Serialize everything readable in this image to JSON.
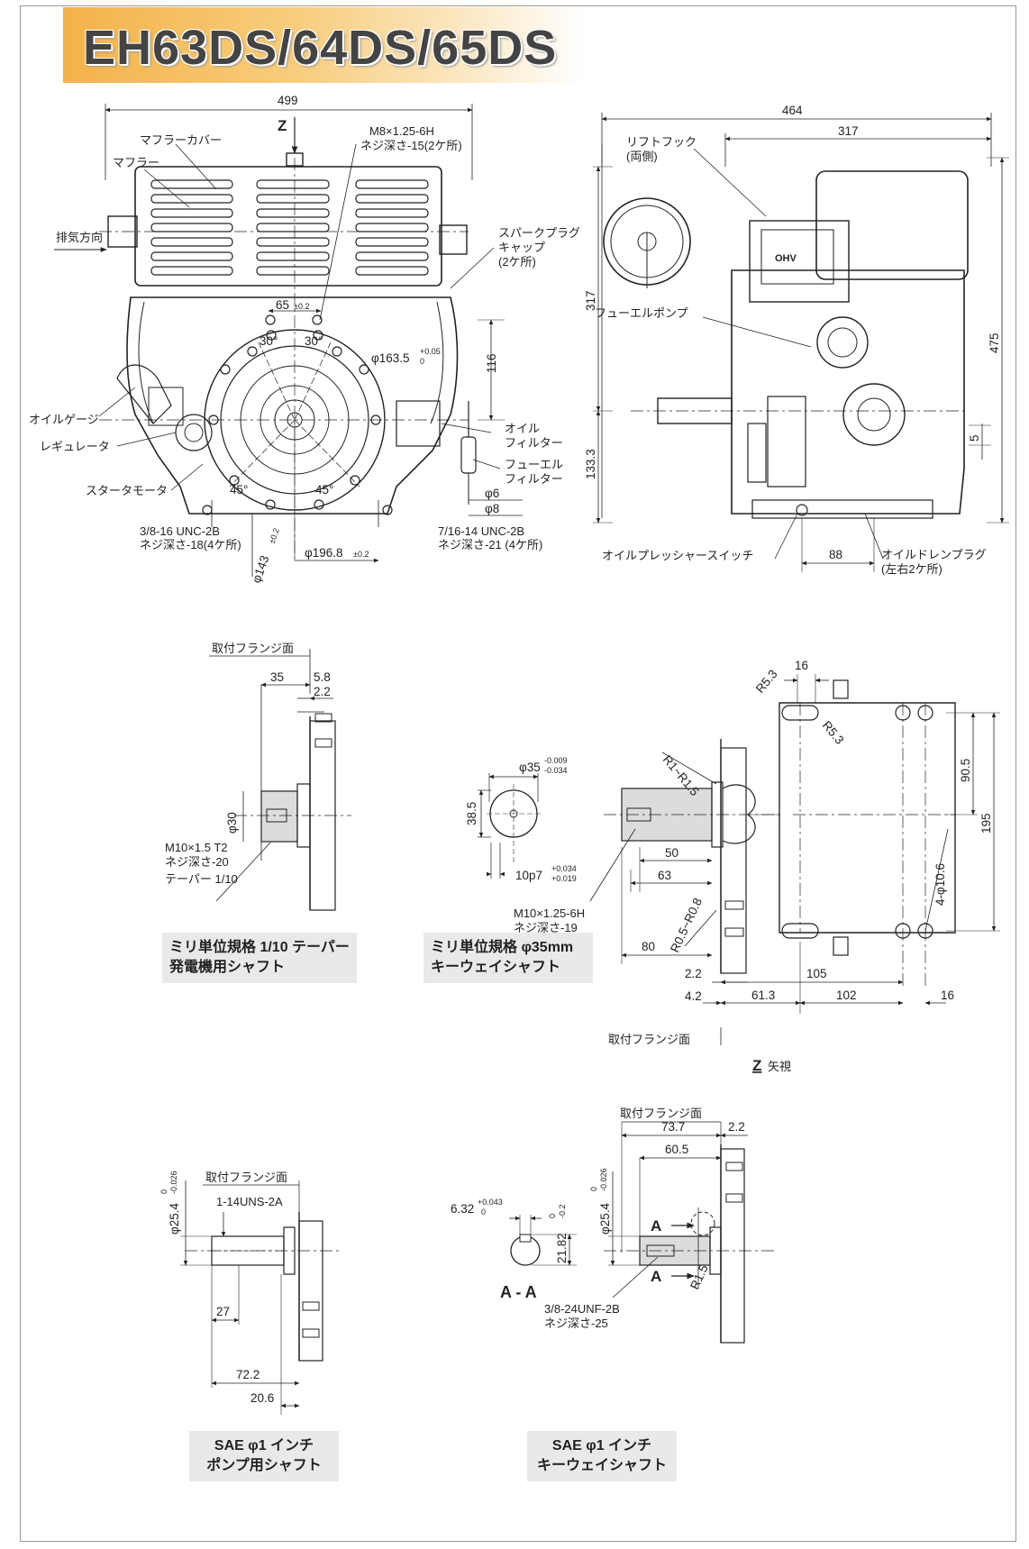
{
  "title": "EH63DS/64DS/65DS",
  "front_view": {
    "width_dim": "499",
    "z_arrow": "Z",
    "labels": {
      "muffler_cover": "マフラーカバー",
      "muffler": "マフラー",
      "exhaust_dir": "排気方向",
      "oil_gauge": "オイルゲージ",
      "regulator": "レギュレータ",
      "starter_motor": "スタータモータ",
      "m8_thread": "M8×1.25-6H",
      "m8_depth": "ネジ深さ-15(2ケ所)",
      "spark_cap_1": "スパークプラグ",
      "spark_cap_2": "キャップ",
      "spark_cap_3": "(2ケ所)",
      "oil_filter_1": "オイル",
      "oil_filter_2": "フィルター",
      "fuel_filter_1": "フューエル",
      "fuel_filter_2": "フィルター",
      "bolt_left_1": "3/8-16 UNC-2B",
      "bolt_left_2": "ネジ深さ-18(4ケ所)",
      "bolt_right_1": "7/16-14 UNC-2B",
      "bolt_right_2": "ネジ深さ-21 (4ケ所)"
    },
    "dims": {
      "d65": "65",
      "d65_tol": "±0.2",
      "ang30a": "30°",
      "ang30b": "30°",
      "phi1635": "φ163.5",
      "phi1635_tol_u": "+0.05",
      "phi1635_tol_l": "0",
      "d116": "116",
      "ang45a": "45°",
      "ang45b": "45°",
      "phi143": "φ143",
      "phi143_tol": "±0.2",
      "phi1968": "φ196.8",
      "phi1968_tol": "±0.2",
      "phi6": "φ6",
      "phi8": "φ8"
    }
  },
  "side_view": {
    "dims": {
      "d464": "464",
      "d317_top": "317",
      "d317_left": "317",
      "d475": "475",
      "d1333": "133.3",
      "d5": "5",
      "d88": "88"
    },
    "labels": {
      "lift_hook_1": "リフトフック",
      "lift_hook_2": "(両側)",
      "fuel_pump": "フューエルポンプ",
      "oil_pressure_switch": "オイルプレッシャースイッチ",
      "oil_drain_1": "オイルドレンプラグ",
      "oil_drain_2": "(左右2ケ所)",
      "ohv": "OHV"
    }
  },
  "taper_shaft": {
    "flange_face": "取付フランジ面",
    "d35": "35",
    "d58": "5.8",
    "d22": "2.2",
    "phi30": "φ30",
    "thread_1": "M10×1.5 T2",
    "thread_2": "ネジ深さ-20",
    "thread_3": "テーパー 1/10",
    "caption_1": "ミリ単位規格 1/10 テーパー",
    "caption_2": "発電機用シャフト"
  },
  "key_shaft_mm": {
    "phi35": "φ35",
    "phi35_tol_u": "-0.009",
    "phi35_tol_l": "-0.034",
    "d385": "38.5",
    "key": "10p7",
    "key_tol_u": "+0.034",
    "key_tol_l": "+0.019",
    "r_fillet": "R1~R1.5",
    "d50": "50",
    "d63": "63",
    "thread_1": "M10×1.25-6H",
    "thread_2": "ネジ深さ-19",
    "d80": "80",
    "r05": "R0.5~R0.8",
    "d22": "2.2",
    "d42": "4.2",
    "caption_1": "ミリ単位規格 φ35mm",
    "caption_2": "キーウェイシャフト",
    "flange_face": "取付フランジ面"
  },
  "z_view": {
    "d16_top": "16",
    "r53a": "R5.3",
    "r53b": "R5.3",
    "d905": "90.5",
    "d195": "195",
    "holes": "4-φ10.6",
    "d105": "105",
    "d613": "61.3",
    "d102": "102",
    "d16_bottom": "16",
    "caption_z": "Z",
    "caption_rest": "矢視"
  },
  "sae_pump_shaft": {
    "phi254": "φ25.4",
    "phi254_tol_u": "0",
    "phi254_tol_l": "-0.026",
    "flange_face": "取付フランジ面",
    "thread": "1-14UNS-2A",
    "d27": "27",
    "d722": "72.2",
    "d206": "20.6",
    "caption_1": "SAE φ1 インチ",
    "caption_2": "ポンプ用シャフト"
  },
  "sae_key_shaft": {
    "flange_face": "取付フランジ面",
    "d737": "73.7",
    "d22": "2.2",
    "d605": "60.5",
    "phi254": "φ25.4",
    "phi254_tol_u": "0",
    "phi254_tol_l": "-0.026",
    "key": "6.32",
    "key_tol_u": "+0.043",
    "key_tol_l": "0",
    "d2182": "21.82",
    "d2182_tol_u": "0",
    "d2182_tol_l": "-0.2",
    "sec_a1": "A",
    "sec_a2": "A",
    "r15": "R1.5",
    "section": "A - A",
    "thread_1": "3/8-24UNF-2B",
    "thread_2": "ネジ深さ-25",
    "caption_1": "SAE φ1 インチ",
    "caption_2": "キーウェイシャフト"
  },
  "colors": {
    "header_orange": "#f3b24a",
    "caption_bg": "#e9e9e9",
    "line": "#222222"
  }
}
